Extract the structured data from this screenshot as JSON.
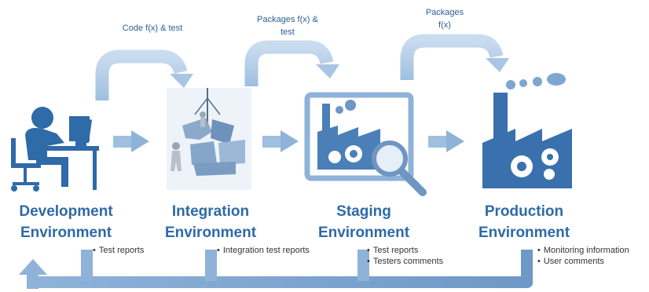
{
  "flow_labels": {
    "dev_to_int": "Code f(x) & test",
    "int_to_stg": [
      "Packages f(x) &",
      "test"
    ],
    "stg_to_prod": [
      "Packages",
      "f(x)"
    ]
  },
  "environments": [
    {
      "id": "development",
      "lines": [
        "Development",
        "Environment"
      ],
      "notes": [
        "Test reports"
      ]
    },
    {
      "id": "integration",
      "lines": [
        "Integration",
        "Environment"
      ],
      "notes": [
        "Integration test reports"
      ]
    },
    {
      "id": "staging",
      "lines": [
        "Staging",
        "Environment"
      ],
      "notes": [
        "Test reports",
        "Testers comments"
      ]
    },
    {
      "id": "production",
      "lines": [
        "Production",
        "Environment"
      ],
      "notes": [
        "Monitoring information",
        "User comments"
      ]
    }
  ],
  "icons": [
    "developer-at-desk-icon",
    "puzzle-crane-icon",
    "factory-with-magnifier-icon",
    "factory-gears-icon"
  ],
  "colors": {
    "arrow": "#aac6e2",
    "arrow_dark": "#7ea6cf",
    "icon": "#3f6fa6",
    "title": "#2e6aa7"
  }
}
